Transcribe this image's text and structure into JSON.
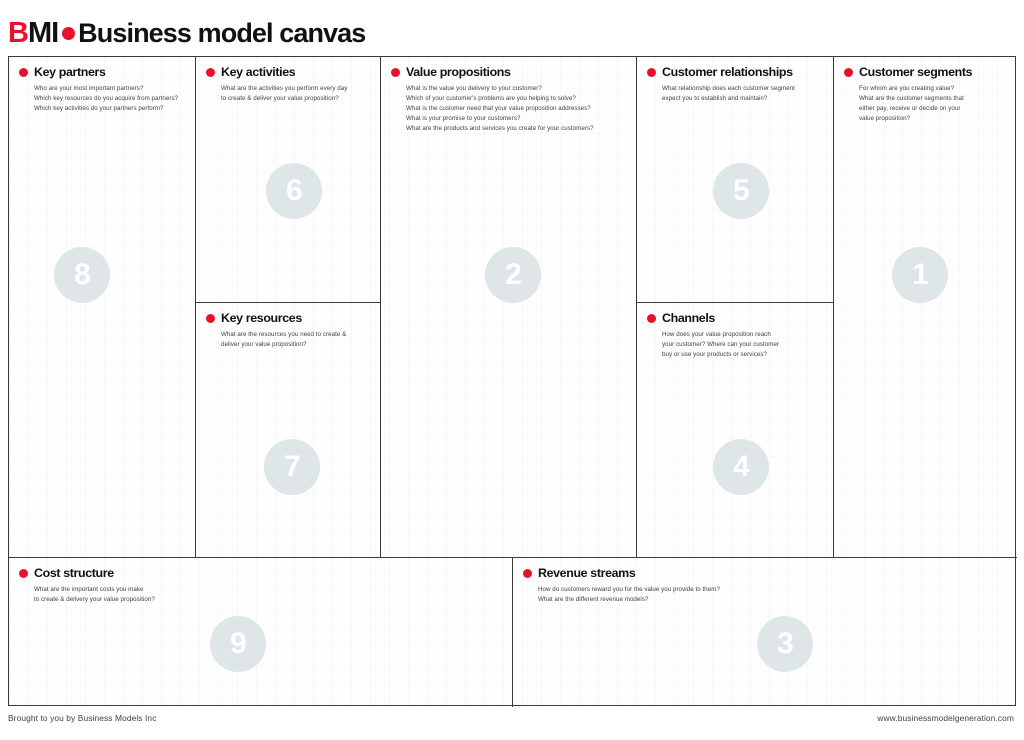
{
  "brand": {
    "logo_b": "B",
    "logo_mi": "MI",
    "dot_icon": "red-dot-icon",
    "title": "Business model canvas"
  },
  "colors": {
    "accent_red": "#e8112d",
    "text_dark": "#111111",
    "text_body": "#3d4246",
    "circle_fill": "#dfe6e8",
    "grid_line": "#3a3a3a"
  },
  "blocks": [
    {
      "key": "key-partners",
      "number": "8",
      "title": "Key partners",
      "questions": [
        "Who are your most important partners?",
        "Which key resources do you acquire from partners?",
        "Which key activities do your partners perform?"
      ]
    },
    {
      "key": "key-activities",
      "number": "6",
      "title": "Key activities",
      "questions": [
        "What are the activities you perform every day",
        "to create & deliver your value proposition?"
      ]
    },
    {
      "key": "key-resources",
      "number": "7",
      "title": "Key resources",
      "questions": [
        "What are the resources you need to create &",
        "deliver your value proposition?"
      ]
    },
    {
      "key": "value-propositions",
      "number": "2",
      "title": "Value propositions",
      "questions": [
        "What is the value you delivery to your customer?",
        "Which of your customer's problems are you helping to solve?",
        "What is the customer need that your value proposition addresses?",
        "What is your promise to your customers?",
        "What are the products and services you create for your customers?"
      ]
    },
    {
      "key": "customer-relationships",
      "number": "5",
      "title": "Customer relationships",
      "questions": [
        "What relationship does each customer segment",
        "expect you to establish and maintain?"
      ]
    },
    {
      "key": "channels",
      "number": "4",
      "title": "Channels",
      "questions": [
        "How does your value proposition reach",
        "your customer? Where can your customer",
        "buy or use your products or services?"
      ]
    },
    {
      "key": "customer-segments",
      "number": "1",
      "title": "Customer segments",
      "questions": [
        "For whom are you creating value?",
        "What are the customer segments that",
        "either pay, receive or decide on your",
        "value proposition?"
      ]
    },
    {
      "key": "cost-structure",
      "number": "9",
      "title": "Cost structure",
      "questions": [
        "What are the important costs you make",
        "to create & delivery your value proposition?"
      ]
    },
    {
      "key": "revenue-streams",
      "number": "3",
      "title": "Revenue streams",
      "questions": [
        "How do customers reward you for the value you provide to them?",
        "What are the different revenue models?"
      ]
    }
  ],
  "footer": {
    "left": "Brought to you by Business Models Inc",
    "right": "www.businessmodelgeneration.com"
  }
}
